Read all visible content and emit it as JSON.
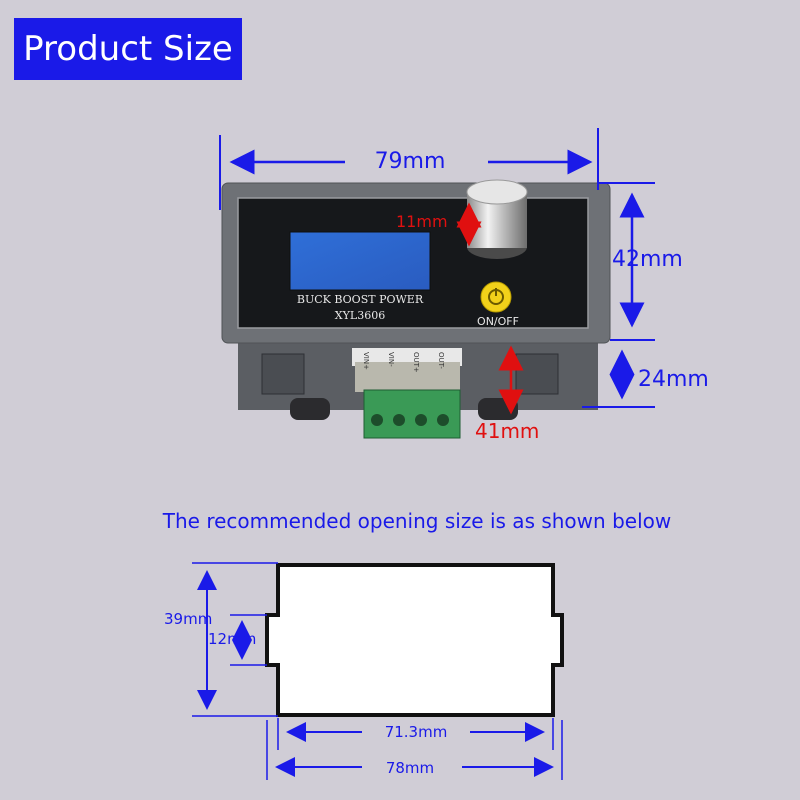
{
  "title": "Product Size",
  "product": {
    "width": "79mm",
    "height": "42mm",
    "depth": "24mm",
    "knob": "11mm",
    "terminal": "41mm",
    "label_line1": "BUCK BOOST POWER",
    "label_line2": "XYL3606",
    "button_label": "ON/OFF",
    "terminal_labels": [
      "VIN+",
      "VIN-",
      "OUT+",
      "OUT-"
    ]
  },
  "opening": {
    "caption": "The recommended opening size is as shown below",
    "height": "39mm",
    "notch": "12mm",
    "inner_width": "71.3mm",
    "outer_width": "78mm"
  },
  "colors": {
    "background": "#d0cdd6",
    "title_bg": "#1a1ae8",
    "dim_blue": "#1a1ae8",
    "dim_red": "#e01010"
  }
}
